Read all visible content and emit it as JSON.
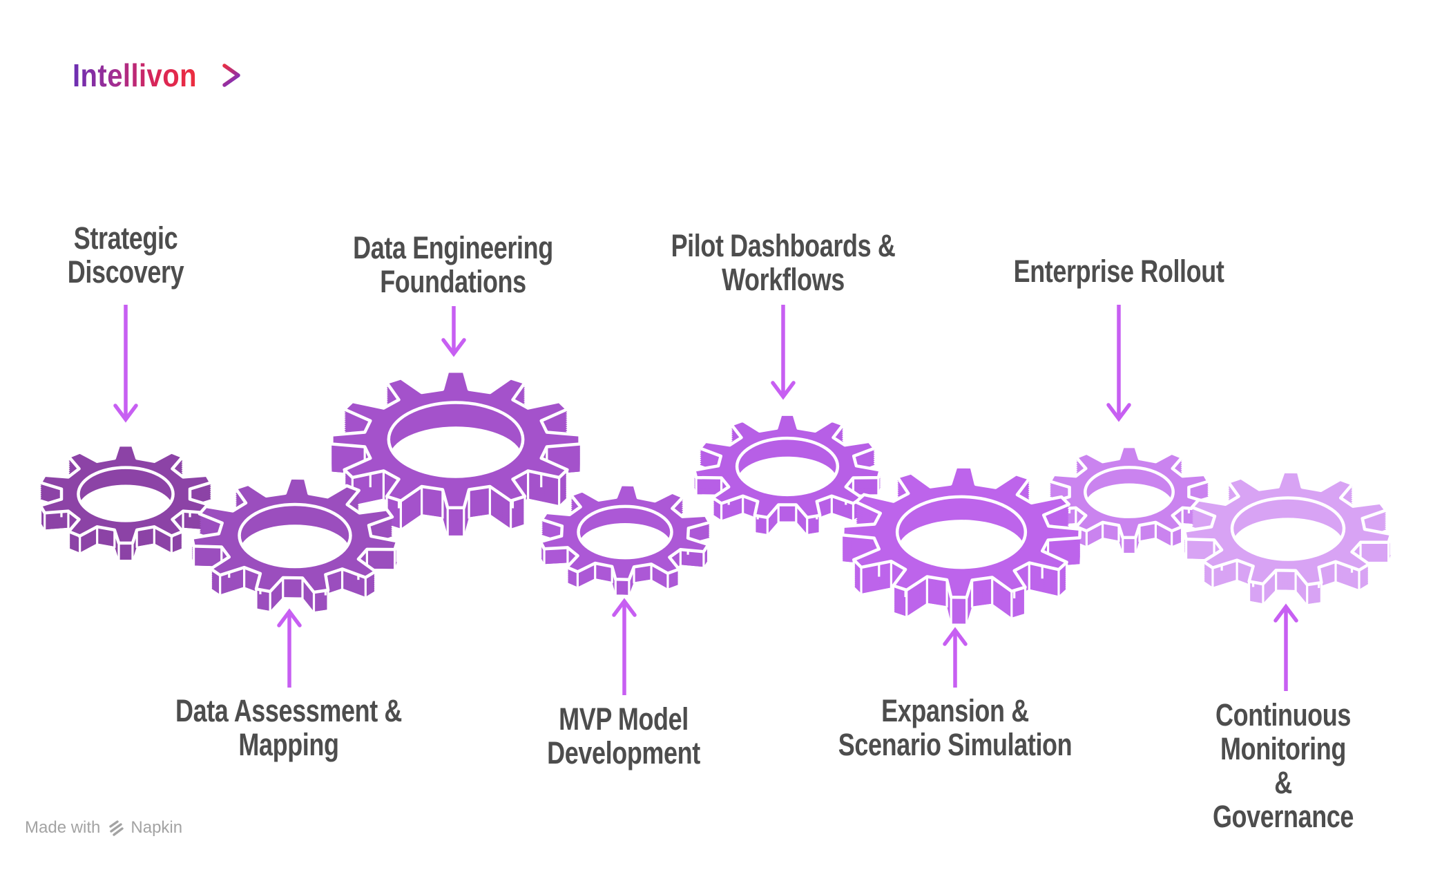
{
  "page": {
    "background": "#FFFFFF"
  },
  "brand": {
    "logo_text": "Intellivon",
    "logo_gradient": [
      "#6B2FB3",
      "#A12D92",
      "#D82558",
      "#ED2E3E"
    ],
    "chevron_gradient": [
      "#E62E46",
      "#7B2FBF"
    ]
  },
  "steps": [
    {
      "label": "Strategic\nDiscovery",
      "gear_color": "#8C43A6",
      "label_position": "top"
    },
    {
      "label": "Data Assessment &\nMapping",
      "gear_color": "#9B4EBE",
      "label_position": "bottom"
    },
    {
      "label": "Data Engineering\nFoundations",
      "gear_color": "#A452CB",
      "label_position": "top"
    },
    {
      "label": "MVP Model\nDevelopment",
      "gear_color": "#AC58D6",
      "label_position": "bottom"
    },
    {
      "label": "Pilot Dashboards &\nWorkflows",
      "gear_color": "#B75FE6",
      "label_position": "top"
    },
    {
      "label": "Expansion &\nScenario Simulation",
      "gear_color": "#BD64EB",
      "label_position": "bottom"
    },
    {
      "label": "Enterprise Rollout",
      "gear_color": "#CA83EF",
      "label_position": "top"
    },
    {
      "label": "Continuous\nMonitoring &\nGovernance",
      "gear_color": "#D8A3F4",
      "label_position": "bottom"
    }
  ],
  "styles": {
    "label_color": "#4D4D4D",
    "arrow_color": "#C75FF2",
    "gear_outline": "#FFFFFF"
  },
  "footer": {
    "made_with": "Made with",
    "brand": "Napkin",
    "color": "#A3A3A3"
  }
}
